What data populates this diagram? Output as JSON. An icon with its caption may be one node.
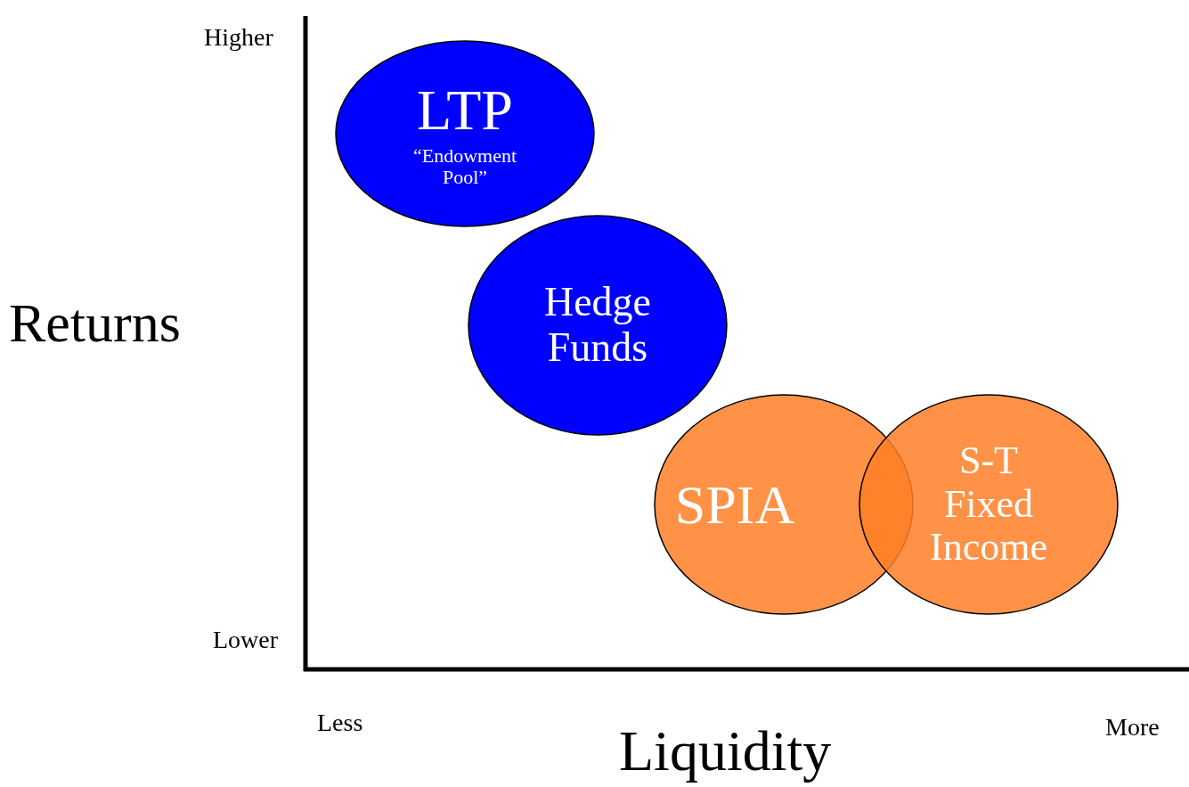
{
  "diagram": {
    "nodes": [
      {
        "text": [
          "LTP",
          "“Endowment Pool”"
        ]
      },
      {
        "text": [
          "Hedge Funds"
        ]
      },
      {
        "text": [
          "SPIA"
        ]
      },
      {
        "text": [
          "S-T Fixed Income"
        ]
      }
    ],
    "labels": [
      "Higher",
      "Returns",
      "Lower",
      "Less",
      "Liquidity",
      "More"
    ]
  }
}
